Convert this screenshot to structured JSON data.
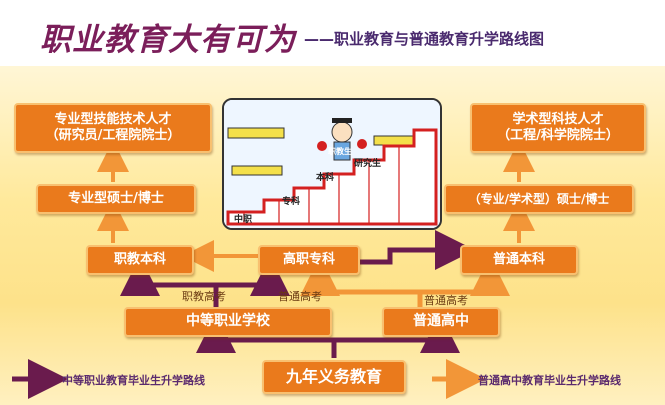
{
  "title": {
    "main": "职业教育大有可为",
    "sub": "——职业教育与普通教育升学路线图"
  },
  "boxes": {
    "vocational_talent": "专业型技能技术人才\n（研究员/工程院院士）",
    "academic_talent": "学术型科技人才\n（工程/科学院院士）",
    "professional_master": "专业型硕士/博士",
    "academic_master": "（专业/学术型）硕士/博士",
    "vocational_bachelor": "职教本科",
    "higher_vocational": "高职专科",
    "general_bachelor": "普通本科",
    "secondary_vocational": "中等职业学校",
    "general_high": "普通高中",
    "compulsory": "九年义务教育"
  },
  "labels": {
    "vocational_exam": "职教高考",
    "general_exam_left": "普通高考",
    "general_exam_right": "普通高考"
  },
  "illustration": {
    "steps": [
      "中职",
      "专科",
      "本科",
      "研究生"
    ],
    "figure_tag": "职教生"
  },
  "legend": {
    "vocational_route": "中等职业教育毕业生升学路线",
    "general_route": "普通高中教育毕业生升学路线"
  },
  "colors": {
    "box_orange": "#ea7a1c",
    "vocational_arrow": "#6a1b4d",
    "general_arrow": "#f29638",
    "title_purple": "#7b1e5a"
  }
}
